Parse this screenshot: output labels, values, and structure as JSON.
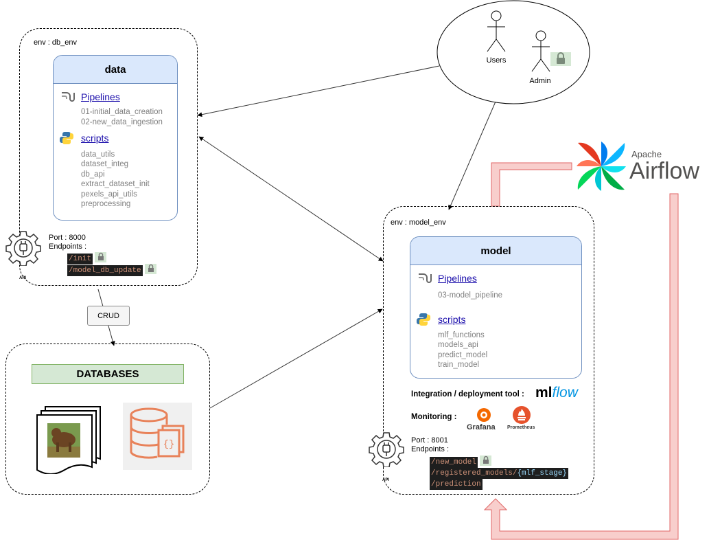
{
  "users_group": {
    "users_label": "Users",
    "admin_label": "Admin"
  },
  "db_env": {
    "env_label": "env : db_env",
    "title": "data",
    "pipelines_label": "Pipelines",
    "pipelines": [
      "01-initial_data_creation",
      "02-new_data_ingestion"
    ],
    "scripts_label": "scripts",
    "scripts": [
      "data_utils",
      "dataset_integ",
      "db_api",
      "extract_dataset_init",
      "pexels_api_utils",
      "preprocessing"
    ],
    "api_label": "API",
    "port": "Port : 8000",
    "endpoints_label": "Endpoints :",
    "endpoints": [
      "/init",
      "/model_db_update"
    ]
  },
  "crud_label": "CRUD",
  "databases": {
    "title": "DATABASES"
  },
  "model_env": {
    "env_label": "env : model_env",
    "title": "model",
    "pipelines_label": "Pipelines",
    "pipelines": [
      "03-model_pipeline"
    ],
    "scripts_label": "scripts",
    "scripts": [
      "mlf_functions",
      "models_api",
      "predict_model",
      "train_model"
    ],
    "integration_label": "Integration / deployment tool :",
    "mlflow_logo": {
      "ml": "ml",
      "flow": "flow"
    },
    "monitoring_label": "Monitoring :",
    "grafana_label": "Grafana",
    "prometheus_label": "Prometheus",
    "api_label": "API",
    "port": "Port : 8001",
    "endpoints_label": "Endpoints :",
    "endpoint_new_model": "/new_model",
    "endpoint_registered_prefix": "/registered_models/",
    "endpoint_registered_var": "{mlf_stage}",
    "endpoint_prediction": "/prediction"
  },
  "airflow": {
    "apache": "Apache",
    "name": "Airflow"
  },
  "colors": {
    "card_head": "#dae8fc",
    "card_border": "#6c8ebf",
    "databases_fill": "#d5e8d4",
    "airflow_arrow": "#f8cecc",
    "airflow_arrow_border": "#e06666",
    "lock": "#d5e8d4"
  }
}
